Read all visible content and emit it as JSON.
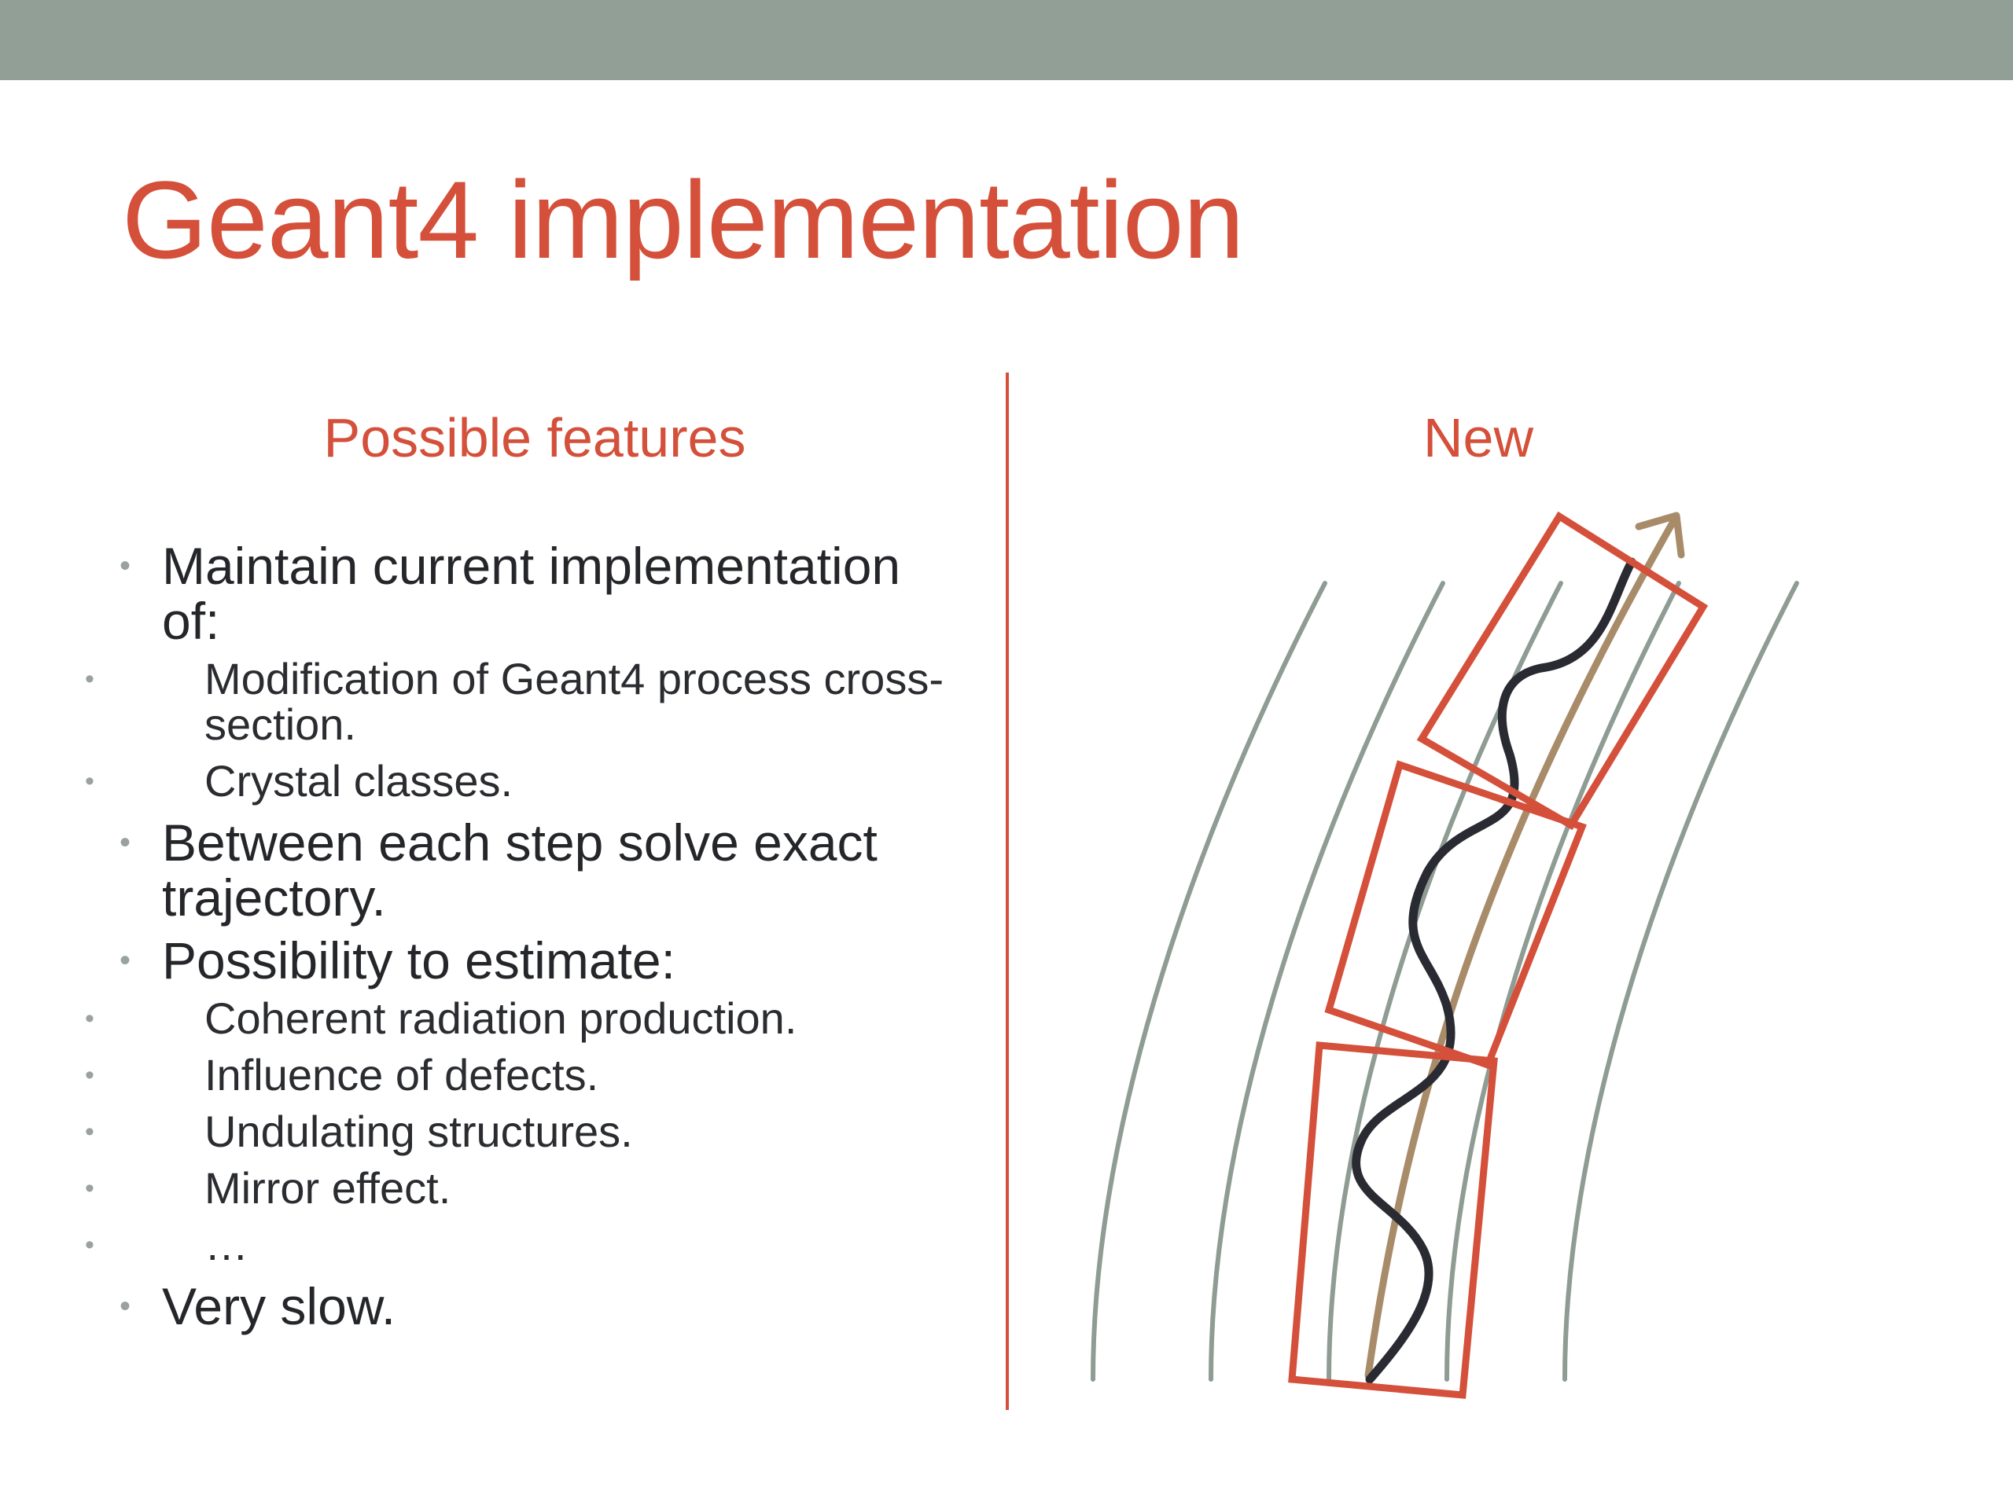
{
  "slide": {
    "title": "Geant4 implementation",
    "left_heading": "Possible features",
    "right_heading": "New"
  },
  "features": [
    {
      "text": "Maintain current implementation of:",
      "sub": [
        "Modification of Geant4 process cross-section.",
        "Crystal classes."
      ]
    },
    {
      "text": "Between each step solve exact trajectory.",
      "sub": []
    },
    {
      "text": "Possibility to estimate:",
      "sub": [
        "Coherent radiation production.",
        "Influence of defects.",
        "Undulating structures.",
        "Mirror effect.",
        "…"
      ]
    },
    {
      "text": "Very slow.",
      "sub": []
    }
  ],
  "bullet_glyph": "•",
  "colors": {
    "accent": "#d4503a",
    "top_bar": "#919f97",
    "text": "#24262a",
    "crystal_planes": "#8e9c94",
    "trajectory": "#2a2b32",
    "direction_arrow": "#a88c6a",
    "step_boxes": "#d4503a"
  }
}
